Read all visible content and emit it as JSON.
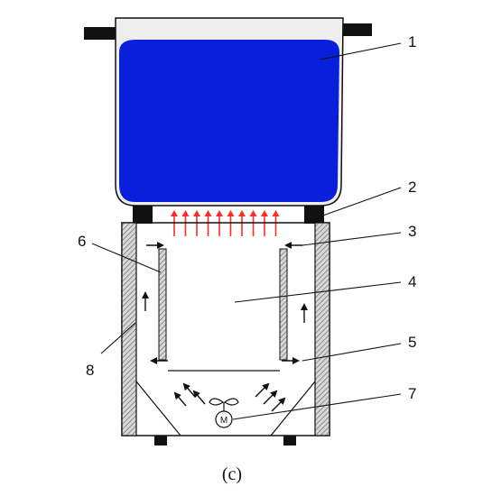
{
  "labels": [
    "1",
    "2",
    "3",
    "4",
    "5",
    "6",
    "7",
    "8"
  ],
  "motor_symbol": "M",
  "caption": "(c)",
  "colors": {
    "water": "#0a1fdc",
    "heat_arrow": "#ff2a2a",
    "hatch": "#8a8a8a",
    "outline": "#111111",
    "pot_rim": "#eeeeee"
  }
}
